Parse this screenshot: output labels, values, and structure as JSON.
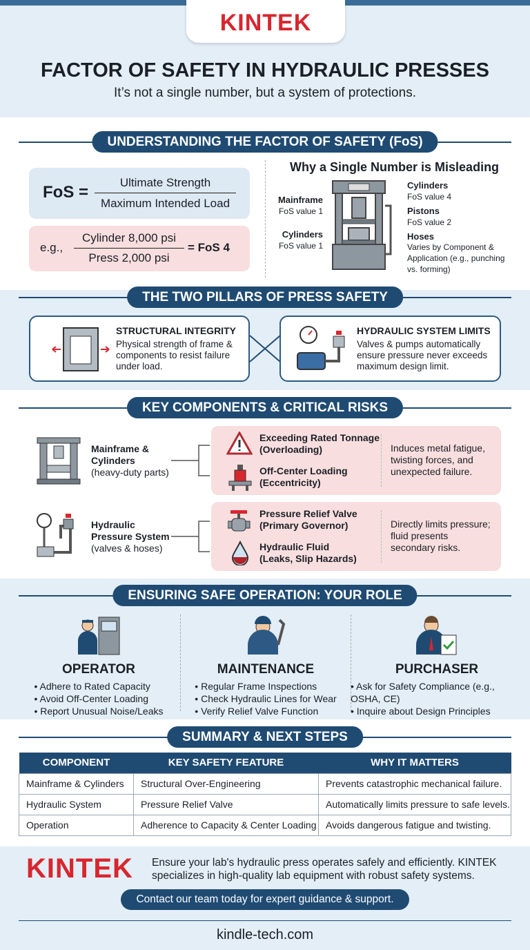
{
  "brand": {
    "logo": "KINTEK",
    "accent": "#d8262e",
    "navy": "#1f4b73"
  },
  "header": {
    "title": "FACTOR OF SAFETY IN HYDRAULIC PRESSES",
    "subtitle": "It’s not a single number, but a system of protections."
  },
  "understanding": {
    "heading": "UNDERSTANDING THE FACTOR OF SAFETY (FoS)",
    "formula": {
      "lhs": "FoS =",
      "numerator": "Ultimate Strength",
      "denominator": "Maximum Intended Load"
    },
    "example": {
      "prefix": "e.g.,",
      "numerator": "Cylinder 8,000 psi",
      "denominator": "Press 2,000 psi",
      "result": "= FoS 4"
    },
    "diagram": {
      "title": "Why a Single Number is Misleading",
      "labels": [
        {
          "name": "Mainframe",
          "value": "FoS value 1"
        },
        {
          "name": "Cylinders",
          "value": "FoS value 1"
        },
        {
          "name": "Cylinders",
          "value": "FoS value 4"
        },
        {
          "name": "Pistons",
          "value": "FoS value 2"
        },
        {
          "name": "Hoses",
          "value": "Varies by Component & Application (e.g., punching vs. forming)"
        }
      ]
    }
  },
  "pillars": {
    "heading": "THE TWO PILLARS OF PRESS SAFETY",
    "items": [
      {
        "title": "STRUCTURAL INTEGRITY",
        "text": "Physical strength of frame & components to resist failure under load.",
        "icon": "press-frame-icon"
      },
      {
        "title": "HYDRAULIC SYSTEM LIMITS",
        "text": "Valves & pumps automatically ensure pressure never exceeds maximum design limit.",
        "icon": "pump-icon"
      }
    ]
  },
  "components": {
    "heading": "KEY COMPONENTS & CRITICAL RISKS",
    "groups": [
      {
        "name": "Mainframe & Cylinders",
        "sub": "(heavy-duty parts)",
        "risks": [
          {
            "title": "Exceeding Rated Tonnage",
            "sub": "(Overloading)",
            "icon": "warning-icon"
          },
          {
            "title": "Off-Center Loading",
            "sub": "(Eccentricity)",
            "icon": "off-center-load-icon"
          }
        ],
        "effect": "Induces metal fatigue, twisting forces, and unexpected failure."
      },
      {
        "name": "Hydraulic Pressure System",
        "sub": "(valves & hoses)",
        "risks": [
          {
            "title": "Pressure Relief Valve",
            "sub": "(Primary Governor)",
            "icon": "valve-icon"
          },
          {
            "title": "Hydraulic Fluid",
            "sub": "(Leaks, Slip Hazards)",
            "icon": "fluid-drop-icon"
          }
        ],
        "effect": "Directly limits pressure; fluid presents secondary risks."
      }
    ]
  },
  "roles": {
    "heading": "ENSURING SAFE OPERATION: YOUR ROLE",
    "items": [
      {
        "title": "OPERATOR",
        "points": [
          "Adhere to Rated Capacity",
          "Avoid Off-Center Loading",
          "Report Unusual Noise/Leaks"
        ]
      },
      {
        "title": "MAINTENANCE",
        "points": [
          "Regular Frame Inspections",
          "Check Hydraulic Lines for Wear",
          "Verify Relief Valve Function"
        ]
      },
      {
        "title": "PURCHASER",
        "points": [
          "Ask for Safety Compliance (e.g., OSHA, CE)",
          "Inquire about Design Principles"
        ]
      }
    ]
  },
  "summary": {
    "heading": "SUMMARY & NEXT STEPS",
    "columns": [
      "COMPONENT",
      "KEY SAFETY FEATURE",
      "WHY IT MATTERS"
    ],
    "rows": [
      [
        "Mainframe & Cylinders",
        "Structural Over-Engineering",
        "Prevents catastrophic mechanical failure."
      ],
      [
        "Hydraulic System",
        "Pressure Relief Valve",
        "Automatically limits pressure to safe levels."
      ],
      [
        "Operation",
        "Adherence to Capacity & Center Loading",
        "Avoids dangerous fatigue and twisting."
      ]
    ]
  },
  "footer": {
    "text": "Ensure your lab's hydraulic press operates safely and efficiently. KINTEK specializes in high-quality lab equipment with robust safety systems.",
    "cta": "Contact our team today for expert guidance & support.",
    "url": "kindle-tech.com"
  }
}
